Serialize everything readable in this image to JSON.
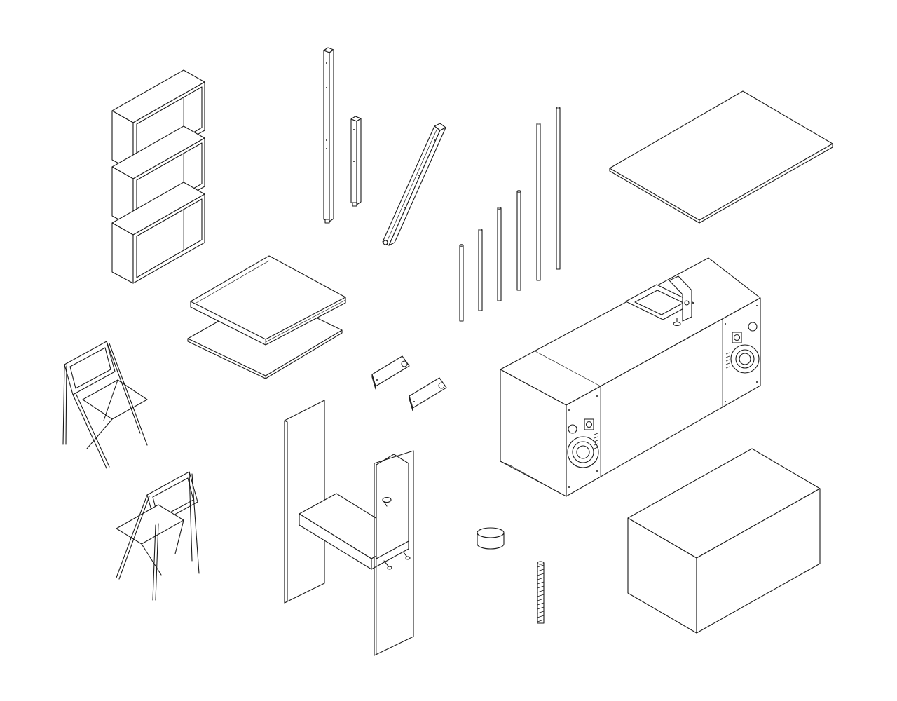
{
  "drawing": {
    "style": "isometric line drawing, exploded kit of furniture parts",
    "background_color": "#ffffff",
    "line_color": "#1a1a1a",
    "parts": [
      {
        "name": "stacked-open-boxes",
        "count": 3
      },
      {
        "name": "square-posts",
        "count": 2
      },
      {
        "name": "slotted-rail",
        "count": 1
      },
      {
        "name": "round-rods",
        "count": 6
      },
      {
        "name": "large-flat-board",
        "count": 1
      },
      {
        "name": "stacked-panels",
        "count": 2
      },
      {
        "name": "folding-chairs",
        "count": 2
      },
      {
        "name": "small-brackets",
        "count": 2
      },
      {
        "name": "speaker-sink-cabinet",
        "count": 1
      },
      {
        "name": "tall-panels-with-shelf",
        "count": 2
      },
      {
        "name": "round-puck",
        "count": 1
      },
      {
        "name": "threaded-rod",
        "count": 1
      },
      {
        "name": "closed-block",
        "count": 1
      }
    ]
  }
}
